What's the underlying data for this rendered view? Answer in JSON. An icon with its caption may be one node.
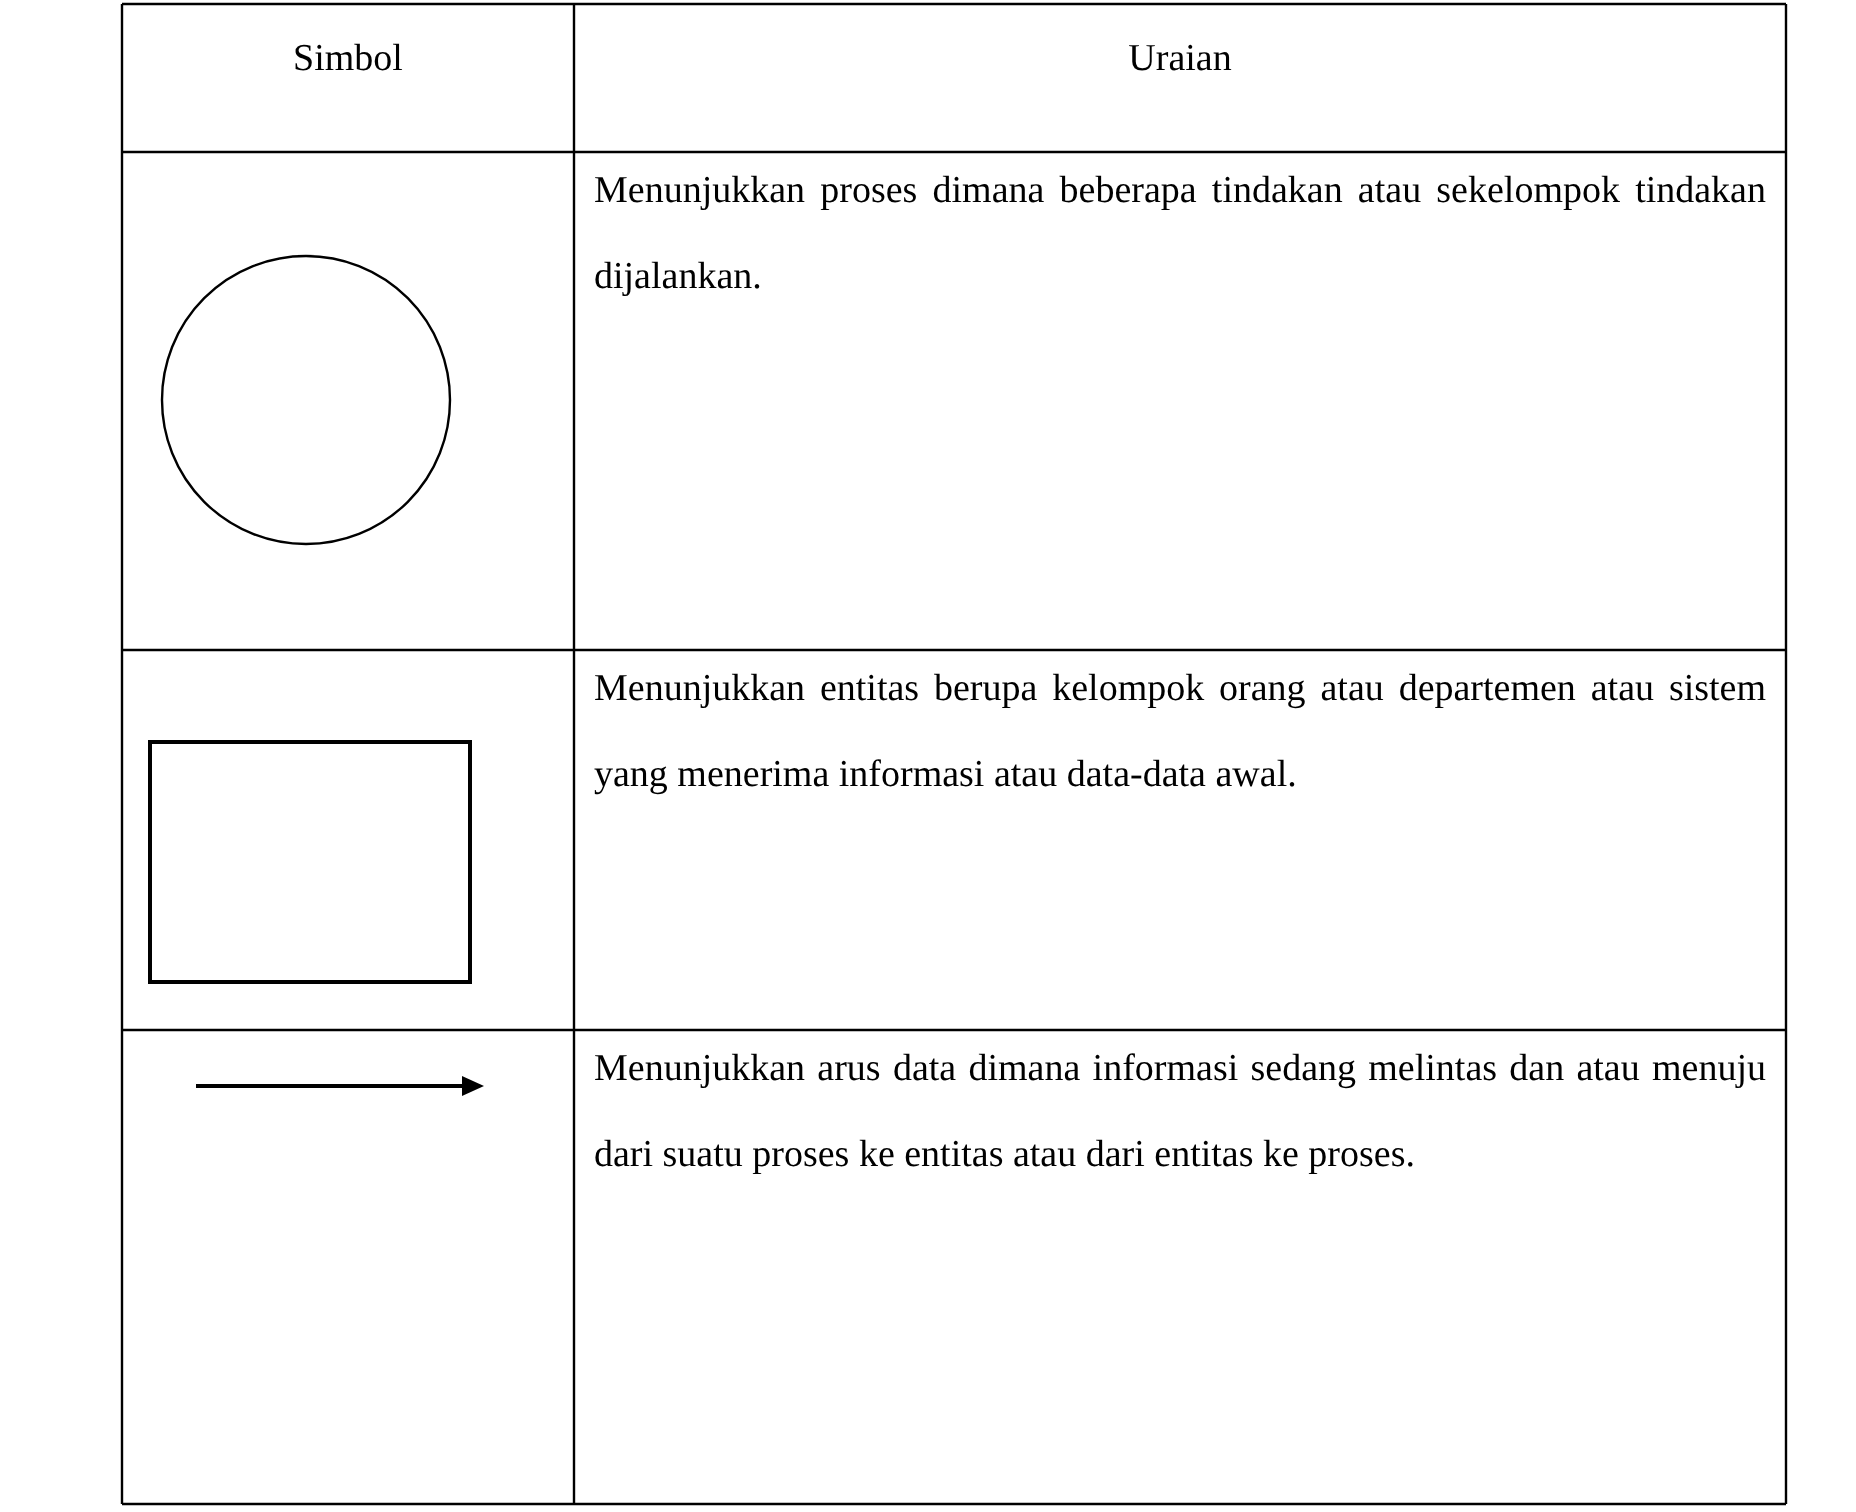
{
  "diagram": {
    "labels": [
      "Simbol",
      "Uraian",
      "Menunjukkan proses dimana beberapa tindakan atau sekelompok tindakan dijalankan.",
      "Menunjukkan entitas berupa kelompok orang atau departemen atau sistem yang menerima informasi atau data-data awal.",
      "Menunjukkan arus data dimana informasi sedang melintas dan atau menuju dari suatu proses ke entitas atau dari entitas ke proses."
    ]
  }
}
